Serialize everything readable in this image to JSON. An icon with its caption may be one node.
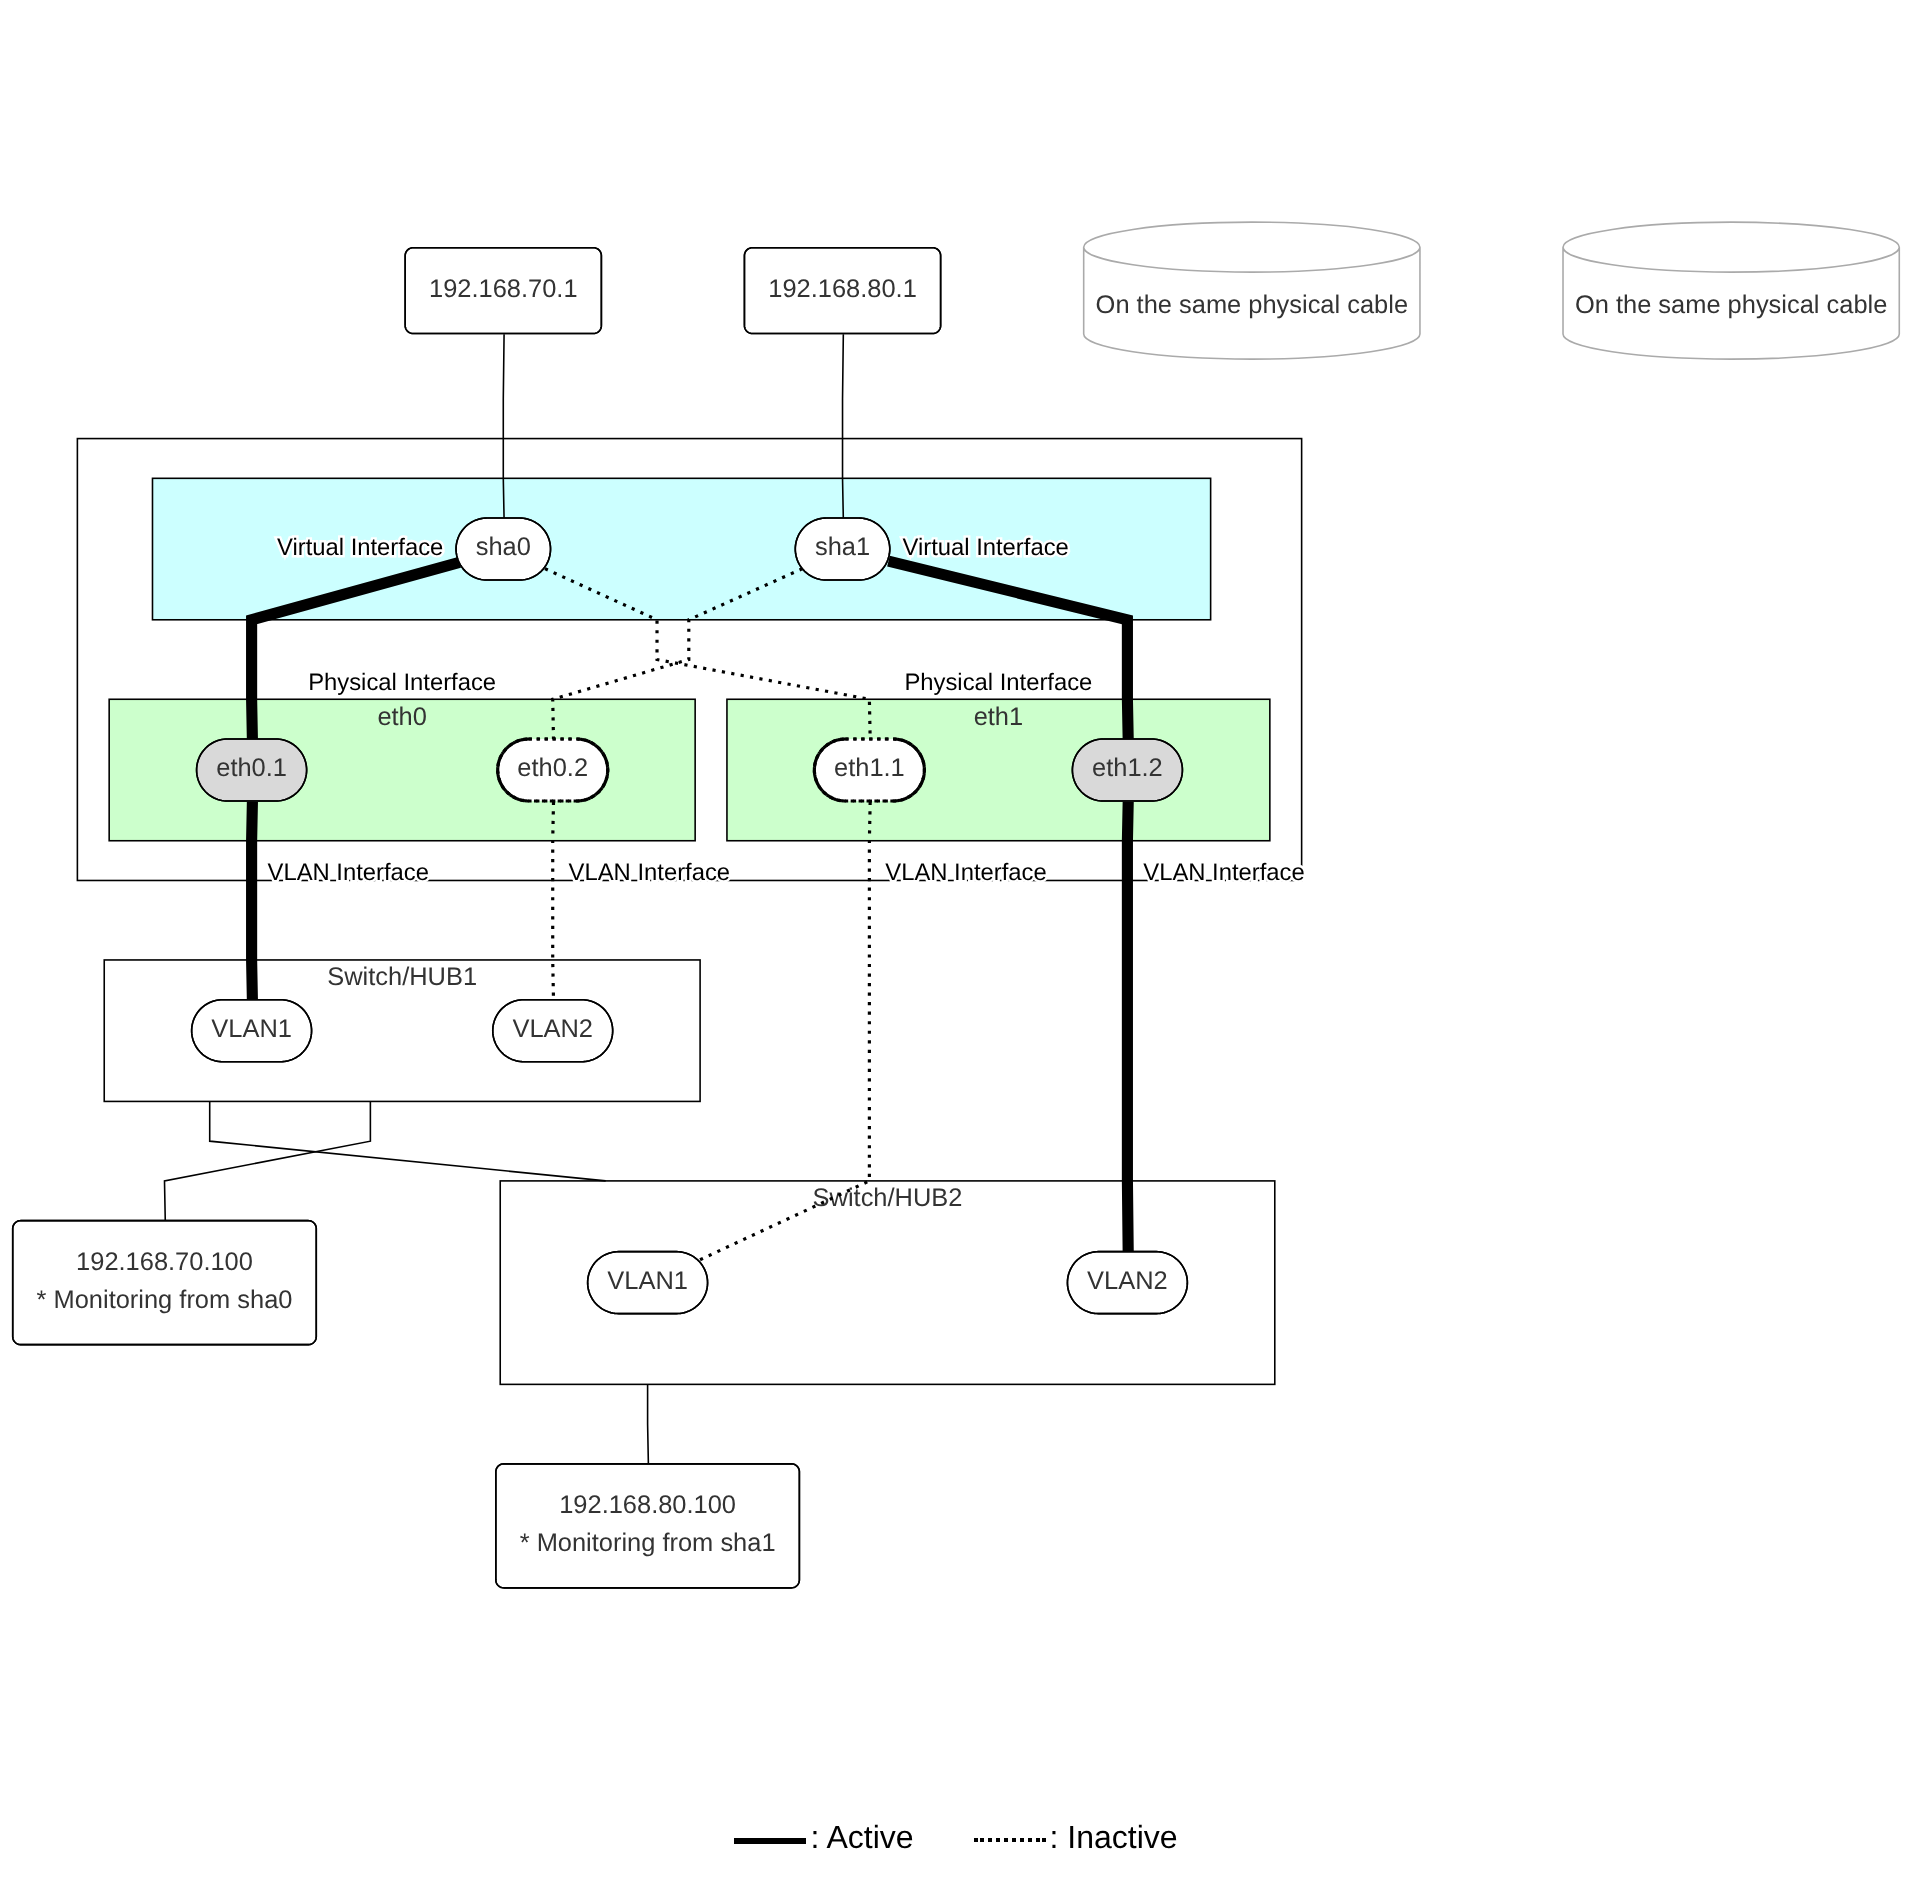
{
  "diagram": {
    "nodes": [
      {
        "text": [
          "192.168.70.1"
        ]
      },
      {
        "text": [
          "192.168.80.1"
        ]
      },
      {
        "text": [],
        "shape": "box"
      },
      {
        "text": [],
        "shape": "box",
        "in": 2
      },
      {
        "text": [
          "sha0"
        ],
        "in": 3,
        "beside": [
          "Virtual Interface"
        ]
      },
      {
        "text": [
          "sha1"
        ],
        "in": 3,
        "beside": [
          "Virtual Interface"
        ]
      },
      {
        "text": [
          "eth0"
        ],
        "in": 2,
        "beside": [
          "Physical Interface"
        ]
      },
      {
        "text": [
          "eth0.1"
        ],
        "in": 6,
        "beside": [
          "VLAN Interface"
        ]
      },
      {
        "text": [
          "eth0.2"
        ],
        "in": 6,
        "beside": [
          "VLAN Interface"
        ]
      },
      {
        "text": [
          "eth1"
        ],
        "in": 2,
        "beside": [
          "Physical Interface"
        ]
      },
      {
        "text": [
          "eth1.1"
        ],
        "in": 9,
        "beside": [
          "VLAN Interface"
        ]
      },
      {
        "text": [
          "eth1.2"
        ],
        "in": 9,
        "beside": [
          "VLAN Interface"
        ]
      },
      {
        "text": [
          "On the same physical cable"
        ]
      },
      {
        "text": [
          "On the same physical cable"
        ]
      },
      {
        "text": [
          "Switch/HUB1"
        ]
      },
      {
        "text": [
          "VLAN1"
        ],
        "in": 14
      },
      {
        "text": [
          "VLAN2"
        ],
        "in": 14
      },
      {
        "text": [
          "Switch/HUB2"
        ]
      },
      {
        "text": [
          "VLAN1"
        ],
        "in": 17
      },
      {
        "text": [
          "VLAN2"
        ],
        "in": 17
      },
      {
        "text": [
          "192.168.70.100",
          "* Monitoring from sha0"
        ]
      },
      {
        "text": [
          "192.168.80.100",
          "* Monitoring from sha1"
        ]
      }
    ],
    "edges": [
      {
        "from": 0,
        "to": 4,
        "arrow": "none"
      },
      {
        "from": 1,
        "to": 5,
        "arrow": "none"
      },
      {
        "from": 4,
        "to": 7,
        "arrow": "none",
        "style": "thick"
      },
      {
        "from": 4,
        "to": 10,
        "arrow": "none",
        "style": "dashed"
      },
      {
        "from": 5,
        "to": 8,
        "arrow": "none",
        "style": "dashed"
      },
      {
        "from": 5,
        "to": 11,
        "arrow": "none",
        "style": "thick"
      },
      {
        "from": 7,
        "to": 15,
        "arrow": "none",
        "style": "thick"
      },
      {
        "from": 8,
        "to": 16,
        "arrow": "none",
        "style": "dashed"
      },
      {
        "from": 10,
        "to": 18,
        "arrow": "none",
        "style": "dashed"
      },
      {
        "from": 11,
        "to": 19,
        "arrow": "none",
        "style": "thick"
      },
      {
        "from": 14,
        "to": 17,
        "arrow": "none"
      },
      {
        "from": 14,
        "to": 20,
        "arrow": "none"
      },
      {
        "from": 17,
        "to": 21,
        "arrow": "none"
      }
    ],
    "legend": [
      {
        "text": ": Active"
      },
      {
        "text": ": Inactive"
      }
    ]
  }
}
